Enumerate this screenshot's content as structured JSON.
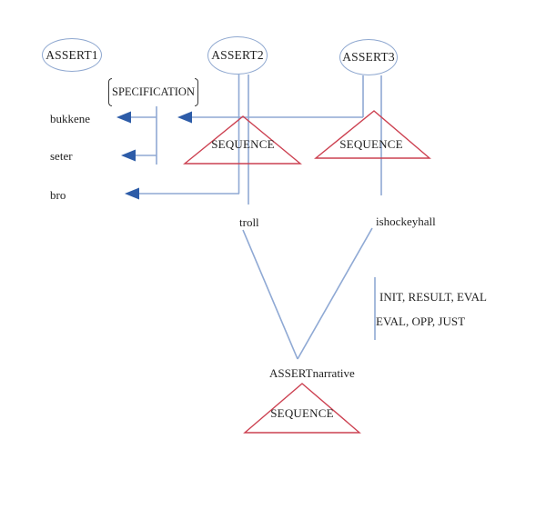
{
  "nodes": {
    "assert1": "ASSERT1",
    "assert2": "ASSERT2",
    "assert3": "ASSERT3",
    "specification": "SPECIFICATION",
    "sequence_left": "SEQUENCE",
    "sequence_right": "SEQUENCE",
    "sequence_bottom": "SEQUENCE",
    "assert_narrative": "ASSERTnarrative"
  },
  "edge_labels": {
    "bukkene": "bukkene",
    "seter": "seter",
    "bro": "bro",
    "troll": "troll",
    "ishockeyhall": "ishockeyhall",
    "init_result_eval": "INIT, RESULT, EVAL",
    "eval_opp_just": "EVAL, OPP, JUST"
  },
  "colors": {
    "connector_blue": "#8FA9D4",
    "arrowhead_blue": "#2D5CA8",
    "triangle_red": "#CC4050",
    "ellipse_stroke_blue": "#8FA8D0",
    "bracket_gray": "#3a3a3a",
    "text": "#1f1f1f",
    "background": "#ffffff"
  }
}
